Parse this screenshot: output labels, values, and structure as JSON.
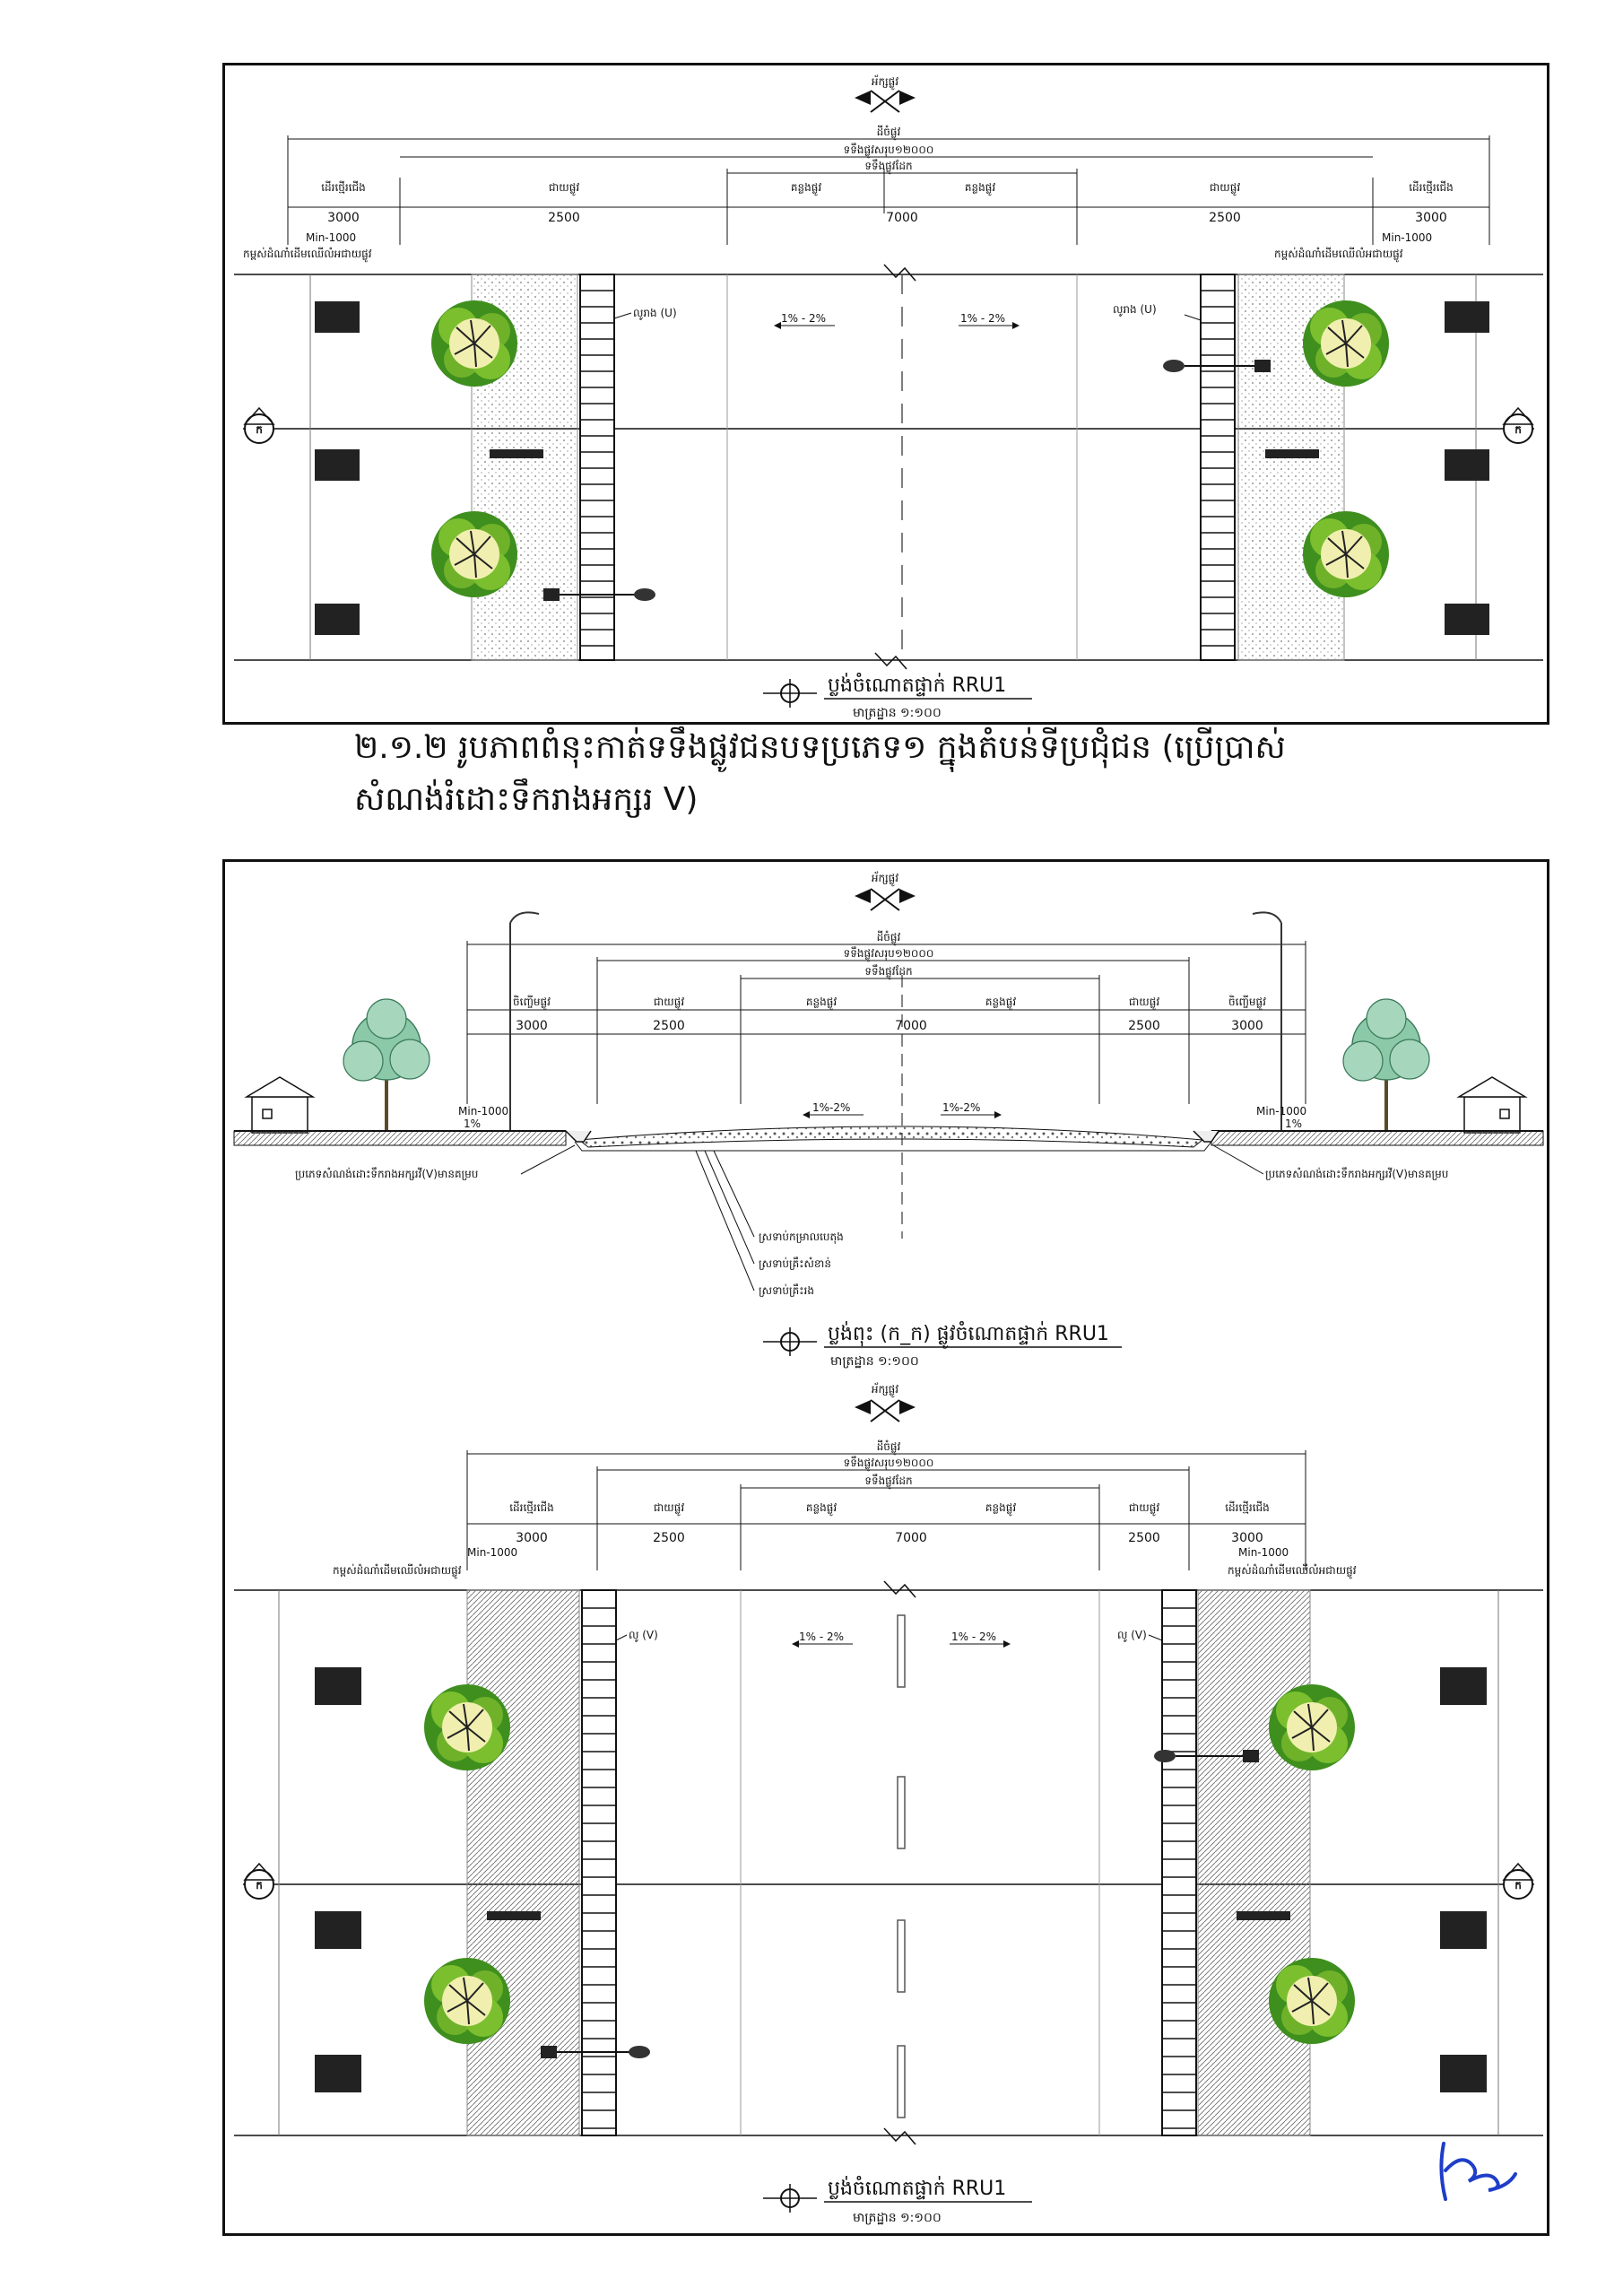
{
  "heading": {
    "line1": "២.១.២  រូបភាពពំនុះកាត់ទទឹងផ្លូវជនបទប្រភេទ១ ក្នុងតំបន់ទីប្រជុំជន (ប្រើប្រាស់",
    "line2": "សំណង់រំដោះទឹករាងអក្សរ V)"
  },
  "common": {
    "centerline": "អ័ក្សផ្លូវ",
    "row_total": "ដីចំផ្លូវ",
    "row_paved_total": "ទទឹងផ្លូវសរុប១២០០០",
    "row_carriage": "ទទឹងផ្លូវដែក",
    "col_sidewalk": "ដើរថ្មើរជើង",
    "col_shoulder": "ជាយផ្លូវ",
    "col_lane": "គន្លងផ្លូវ",
    "w_sidewalk": "3000",
    "w_shoulder": "2500",
    "w_carriage": "7000",
    "min_label": "Min-1000",
    "tree_zone": "កម្ពស់ដំណាំដើមឈើលំអជាយផ្លូវ",
    "slope": "1% - 2%",
    "section_marker": "ក",
    "scale": "មាត្រដ្ឋាន ១:១០០"
  },
  "plan1": {
    "title": "ប្លង់ចំណោតផ្ទាក់ RRU1",
    "drain_label": "លូរាង (U)"
  },
  "section": {
    "title": "ប្លង់ពុះ (ក_ក) ផ្លូវចំណោតផ្ទាក់ RRU1",
    "col_sidewalk": "ចិញ្ចើមផ្លូវ",
    "slope": "1%-2%",
    "side_slope": "1%",
    "drain_note": "ប្រភេទសំណង់ដោះទឹករាងអក្សរវី(V)មានគម្រប",
    "layer1": "ស្រទាប់កម្រាលបេតុង",
    "layer2": "ស្រទាប់គ្រឹះសំខាន់",
    "layer3": "ស្រទាប់គ្រឹះរង"
  },
  "plan2": {
    "title": "ប្លង់ចំណោតផ្ទាក់ RRU1",
    "drain_label": "លូ (V)"
  }
}
